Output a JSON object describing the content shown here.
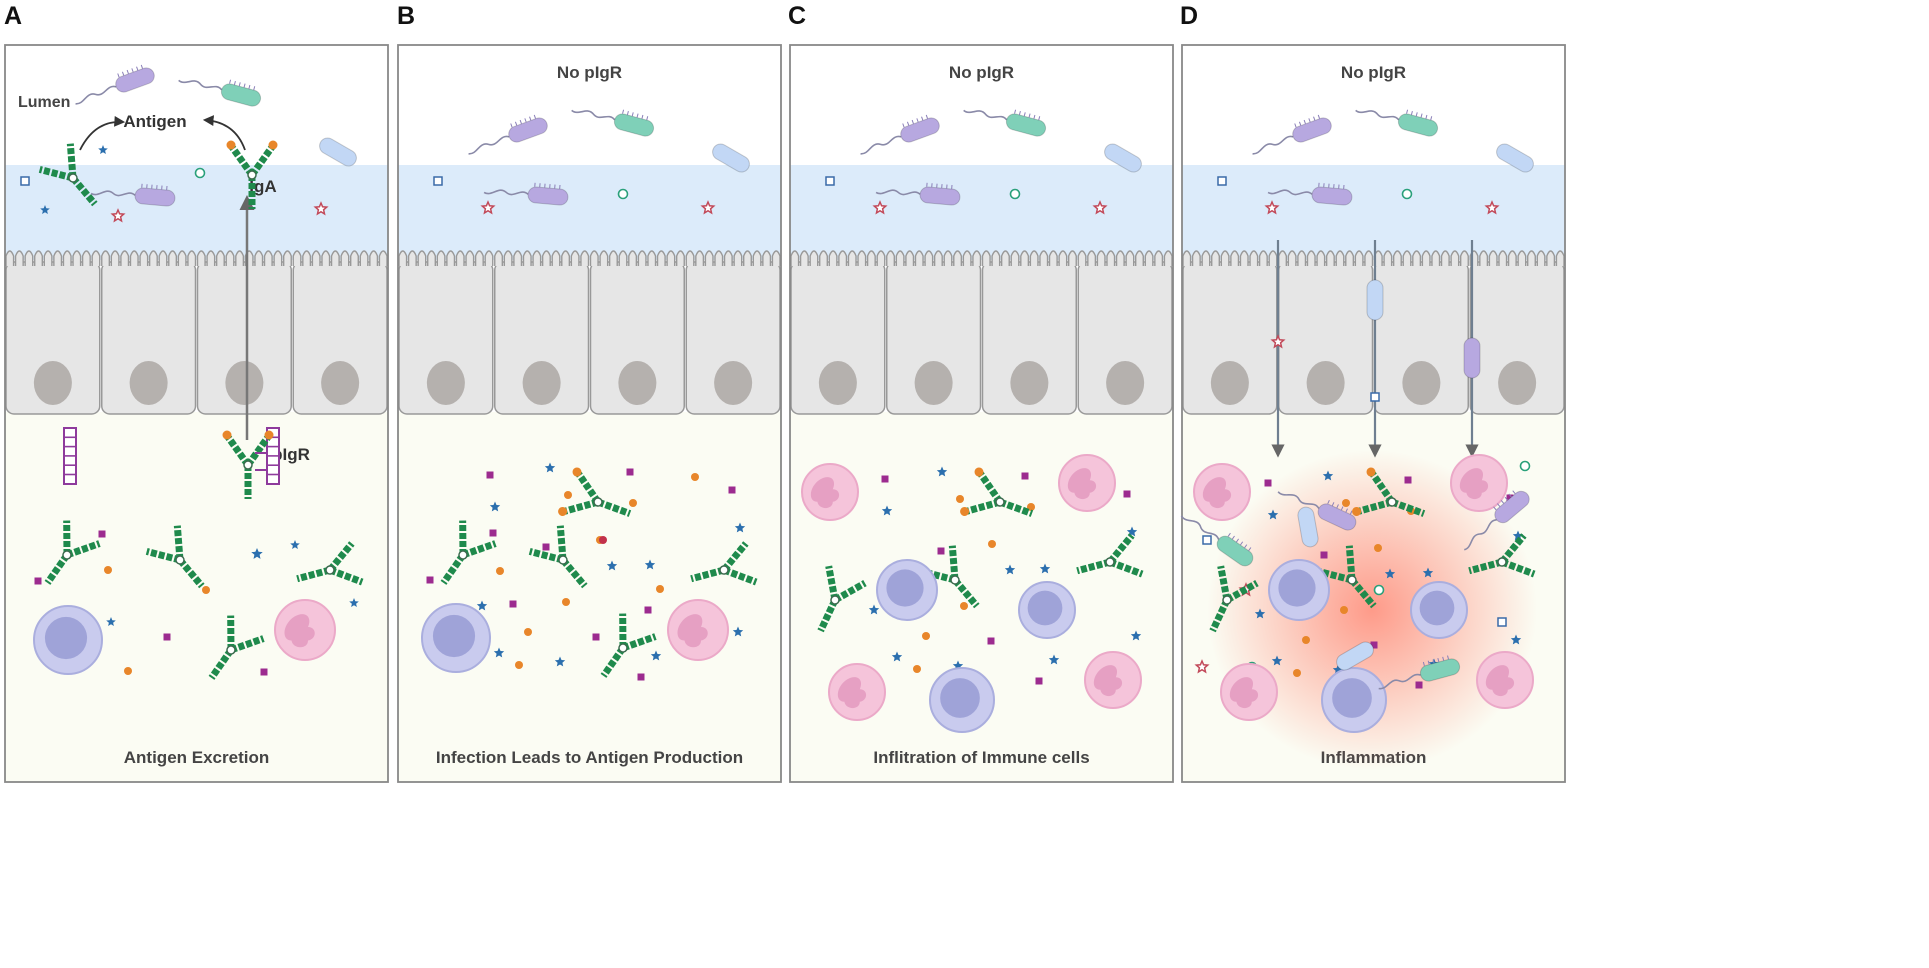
{
  "panels": [
    {
      "letter": "A",
      "header": "",
      "caption": "Antigen Excretion",
      "labels": {
        "lumen": "Lumen",
        "antigen": "Antigen",
        "iga": "IgA",
        "pigr": "pIgR"
      }
    },
    {
      "letter": "B",
      "header": "No pIgR",
      "caption": "Infection Leads to Antigen Production"
    },
    {
      "letter": "C",
      "header": "No pIgR",
      "caption": "Inflitration of Immune cells"
    },
    {
      "letter": "D",
      "header": "No pIgR",
      "caption": "Inflammation"
    }
  ],
  "colors": {
    "mucus": "#dcebfa",
    "cell": "#e6e6e6",
    "nucleus": "#b5b1ae",
    "lamina": "#fbfcf3",
    "antibody": "#1f8a4c",
    "bacteria_purple": "#b7a8e0",
    "bacteria_teal": "#7fd0b8",
    "pigr": "#8e3a9c",
    "lymphocyte": "#b9bde6",
    "neutrophil": "#f2b9d2",
    "inflammation": "#ff7a66"
  },
  "icons": [
    "bacterium-icon",
    "antibody-icon",
    "pigr-receptor-icon",
    "lymphocyte-icon",
    "neutrophil-icon",
    "antigen-star-icon",
    "antigen-square-icon",
    "antigen-circle-icon"
  ]
}
